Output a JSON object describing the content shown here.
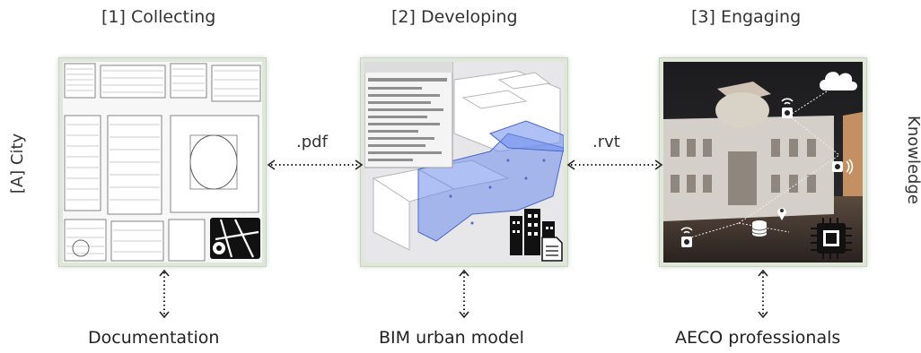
{
  "stages": [
    {
      "title": "[1] Collecting",
      "bottom_label": "Documentation"
    },
    {
      "title": "[2] Developing",
      "bottom_label": "BIM urban model"
    },
    {
      "title": "[3] Engaging",
      "bottom_label": "AECO professionals"
    }
  ],
  "left_label": "[A] City",
  "right_label": "Knowledge",
  "connectors": [
    {
      "format": ".pdf"
    },
    {
      "format": ".rvt"
    }
  ],
  "icons": [
    "city-map-icon",
    "city-buildings-document-icon",
    "cloud-icon",
    "wifi-sensor-icon",
    "database-icon",
    "chip-icon",
    "location-pin-icon"
  ]
}
